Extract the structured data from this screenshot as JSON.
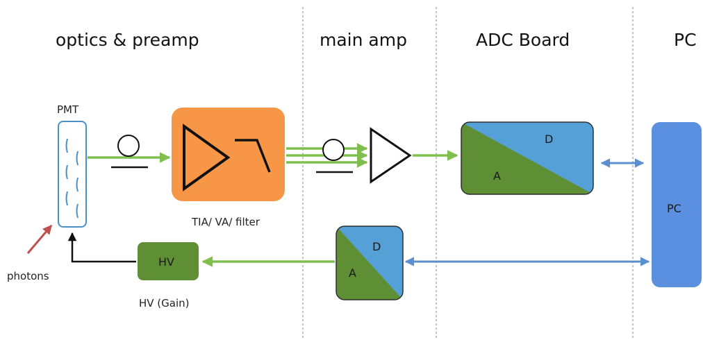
{
  "sections": [
    {
      "label": "optics & preamp"
    },
    {
      "label": "main amp"
    },
    {
      "label": "ADC Board"
    },
    {
      "label": "PC"
    }
  ],
  "blocks": {
    "pmt": {
      "label": "PMT"
    },
    "photons": {
      "label": "photons"
    },
    "preamp": {
      "caption": "TIA/ VA/ filter"
    },
    "hv": {
      "label": "HV",
      "caption": "HV (Gain)"
    },
    "adc": {
      "a_label": "A",
      "d_label": "D"
    },
    "dac": {
      "a_label": "A",
      "d_label": "D"
    },
    "pc": {
      "label": "PC"
    }
  },
  "colors": {
    "signal_line": "#7fbf4d",
    "digital_link": "#5b8fcf",
    "photon_arrow": "#c0504d",
    "analog_green": "#5e8f35",
    "digital_blue": "#56a0d8",
    "preamp_orange": "#f79646",
    "pc_blue": "#5b8fdf",
    "pmt_outline": "#4a90c8"
  }
}
